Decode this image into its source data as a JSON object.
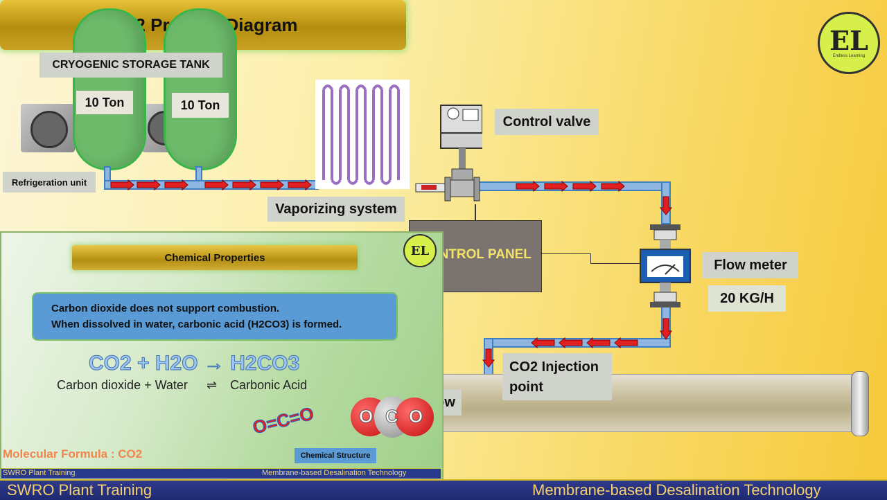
{
  "title": "CO2 Process Diagram",
  "logo": {
    "letters": "EL",
    "tagline": "Endless Learning"
  },
  "labels": {
    "storage": "CRYOGENIC STORAGE TANK",
    "tank1": "10 Ton",
    "tank2": "10 Ton",
    "refrigeration": "Refrigeration unit",
    "vaporizing": "Vaporizing system",
    "control_valve": "Control valve",
    "control_panel": "CONTROL PANEL",
    "flow_meter": "Flow meter",
    "flow_rate": "20 KG/H",
    "injection_line1": "CO2 Injection",
    "injection_line2": "point",
    "flow_partial": "ow"
  },
  "inset": {
    "header": "Chemical Properties",
    "fact1": "Carbon dioxide does not support combustion.",
    "fact2": "When dissolved in water, carbonic acid (H2CO3) is formed.",
    "equation": "CO2 + H2O → H2CO3",
    "equation_words_left": "Carbon dioxide + Water",
    "equation_arrow": "⇌",
    "equation_words_right": "Carbonic Acid",
    "molecular_formula": "Molecular Formula : CO2",
    "structure_label": "Chemical Structure",
    "structure_formula": "O=C=O",
    "atoms": [
      "O",
      "C",
      "O"
    ],
    "footer_left": "SWRO Plant Training",
    "footer_right": "Membrane-based Desalination Technology",
    "logo": "EL"
  },
  "footer": {
    "left": "SWRO Plant Training",
    "right": "Membrane-based Desalination Technology"
  },
  "colors": {
    "arrow": "#e02020",
    "pipe": "#8fb6e0",
    "tank": "#6cba6a",
    "footer": "#24307a",
    "footer_text": "#f4d06f"
  }
}
